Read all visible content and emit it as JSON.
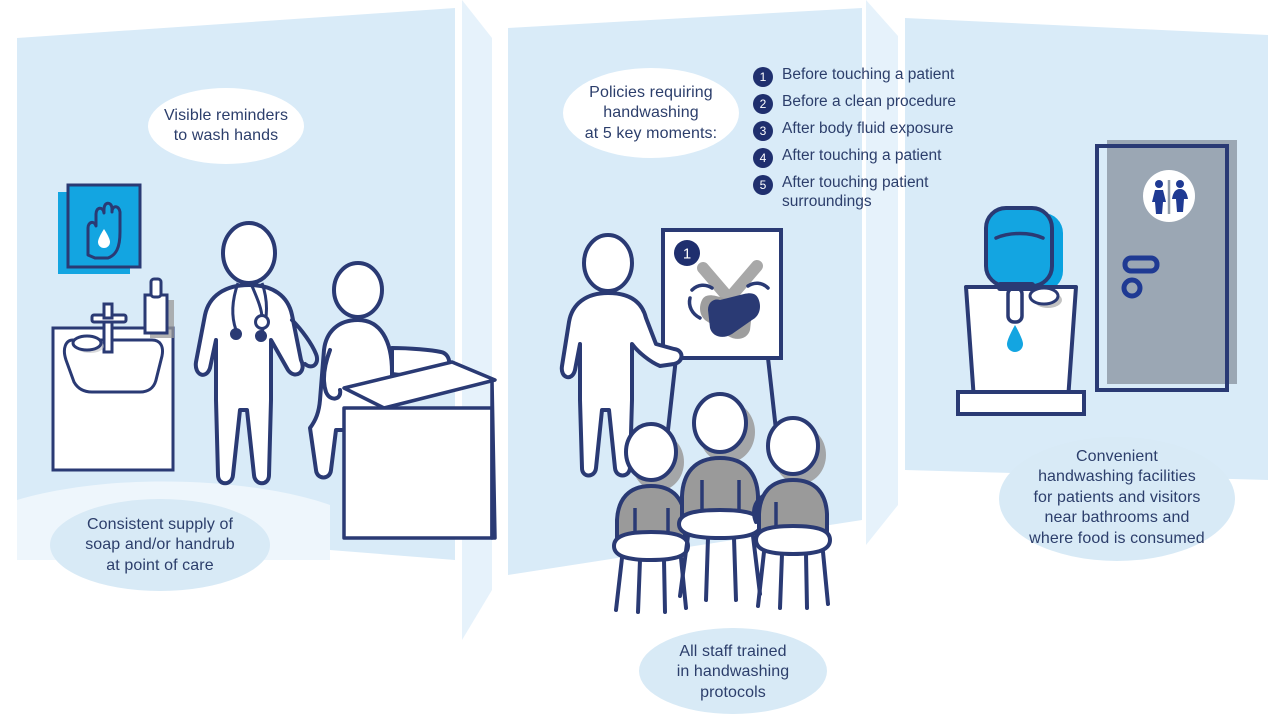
{
  "palette": {
    "navy": "#2a3a74",
    "navy_dark": "#1f2f6e",
    "text_navy": "#2c3e6b",
    "wall_blue": "#d4e8f7",
    "wall_blue_light": "#e4f1fa",
    "bubble_blue": "#d8eaf6",
    "bubble_white": "#ffffff",
    "cyan": "#13a5e1",
    "cyan_deep": "#0aa2e0",
    "grey": "#9a9a9a",
    "door_grey": "#8f9ba8",
    "white": "#ffffff"
  },
  "scene": {
    "title": "Hand hygiene in health facilities infographic",
    "panels": [
      {
        "name": "left-wall-panel"
      },
      {
        "name": "center-wall-panel"
      },
      {
        "name": "right-wall-panel"
      }
    ]
  },
  "bubbles": {
    "visible_reminders": {
      "name": "visible-reminders-bubble",
      "style": "white",
      "lines": [
        "Visible reminders",
        "to wash hands"
      ]
    },
    "policies": {
      "name": "policies-bubble",
      "style": "white",
      "lines": [
        "Policies requiring",
        "handwashing",
        "at 5 key moments:"
      ]
    },
    "consistent_supply": {
      "name": "consistent-supply-bubble",
      "style": "blue",
      "lines": [
        "Consistent supply of",
        "soap and/or handrub",
        "at point of care"
      ]
    },
    "staff_trained": {
      "name": "staff-trained-bubble",
      "style": "blue",
      "lines": [
        "All staff trained",
        "in handwashing",
        "protocols"
      ]
    },
    "convenient_facilities": {
      "name": "convenient-facilities-bubble",
      "style": "blue",
      "lines": [
        "Convenient",
        "handwashing facilities",
        "for patients and visitors",
        "near bathrooms and",
        "where food is consumed"
      ]
    }
  },
  "five_moments": {
    "heading": "Policies requiring handwashing at 5 key moments:",
    "items": [
      {
        "number": "1",
        "label": "Before touching a patient"
      },
      {
        "number": "2",
        "label": "Before a clean procedure"
      },
      {
        "number": "3",
        "label": "After body fluid exposure"
      },
      {
        "number": "4",
        "label": "After touching a patient"
      },
      {
        "number": "5",
        "label": "After touching patient surroundings"
      }
    ]
  },
  "objects": {
    "wall_poster": {
      "name": "handwashing-poster",
      "icon": "hand-with-droplet-icon"
    },
    "sink_left": {
      "name": "clinic-sink",
      "icon": "sink-icon"
    },
    "soap_dispenser": {
      "name": "soap-dispenser",
      "icon": "dispenser-icon"
    },
    "soap_bar": {
      "name": "soap-bar",
      "icon": "soap-icon"
    },
    "doctor": {
      "name": "doctor-figure",
      "icon": "doctor-with-stethoscope-icon"
    },
    "patient_on_bed": {
      "name": "patient-figure",
      "icon": "seated-patient-icon"
    },
    "exam_bed": {
      "name": "examination-bed",
      "icon": "bed-icon"
    },
    "trainer": {
      "name": "trainer-figure",
      "icon": "standing-presenter-icon"
    },
    "flipchart": {
      "name": "training-flipchart",
      "icon": "easel-board-icon"
    },
    "flipchart_badge": {
      "name": "flipchart-step-badge",
      "value": "1"
    },
    "flipchart_hands": {
      "name": "washing-hands-illustration",
      "icon": "interlocking-hands-icon"
    },
    "trainees": {
      "name": "seated-trainees",
      "count": 3,
      "icon": "seated-person-icon"
    },
    "stools": {
      "name": "stools",
      "count": 3,
      "icon": "stool-icon"
    },
    "water_station": {
      "name": "public-handwashing-station",
      "icon": "water-tank-sink-icon"
    },
    "water_droplet": {
      "name": "water-droplet",
      "icon": "droplet-icon"
    },
    "bathroom_door": {
      "name": "bathroom-door",
      "icon": "door-icon"
    },
    "restroom_sign": {
      "name": "restroom-sign",
      "icon": "male-female-restroom-icon"
    },
    "door_handle": {
      "name": "door-handle",
      "icon": "handle-icon"
    },
    "door_lock": {
      "name": "door-lock",
      "icon": "lock-icon"
    }
  }
}
